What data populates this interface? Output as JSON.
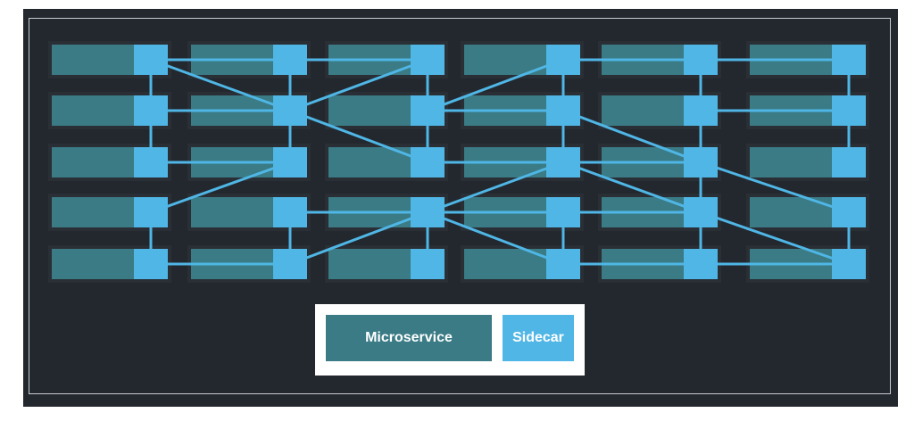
{
  "legend": {
    "microservice_label": "Microservice",
    "sidecar_label": "Sidecar"
  },
  "colors": {
    "background": "#23272e",
    "microservice": "#3a7b85",
    "sidecar": "#4fb6e5",
    "link": "#4fb6e5",
    "border": "#c9cdd2"
  },
  "grid": {
    "rows": 5,
    "cols": 6
  },
  "links": [
    [
      0,
      0,
      0,
      1
    ],
    [
      0,
      1,
      0,
      2
    ],
    [
      0,
      3,
      0,
      4
    ],
    [
      0,
      4,
      0,
      5
    ],
    [
      1,
      0,
      1,
      1
    ],
    [
      1,
      2,
      1,
      3
    ],
    [
      1,
      4,
      1,
      5
    ],
    [
      2,
      0,
      2,
      1
    ],
    [
      2,
      2,
      2,
      3
    ],
    [
      2,
      3,
      2,
      4
    ],
    [
      3,
      1,
      3,
      2
    ],
    [
      3,
      2,
      3,
      3
    ],
    [
      3,
      3,
      3,
      4
    ],
    [
      4,
      0,
      4,
      1
    ],
    [
      4,
      3,
      4,
      4
    ],
    [
      4,
      4,
      4,
      5
    ],
    [
      0,
      0,
      1,
      0
    ],
    [
      1,
      0,
      2,
      0
    ],
    [
      3,
      0,
      4,
      0
    ],
    [
      0,
      1,
      1,
      1
    ],
    [
      1,
      1,
      2,
      1
    ],
    [
      3,
      1,
      4,
      1
    ],
    [
      0,
      2,
      1,
      2
    ],
    [
      1,
      2,
      2,
      2
    ],
    [
      3,
      2,
      4,
      2
    ],
    [
      0,
      3,
      1,
      3
    ],
    [
      1,
      3,
      2,
      3
    ],
    [
      3,
      3,
      4,
      3
    ],
    [
      0,
      4,
      1,
      4
    ],
    [
      1,
      4,
      2,
      4
    ],
    [
      3,
      4,
      4,
      4
    ],
    [
      0,
      5,
      1,
      5
    ],
    [
      1,
      5,
      2,
      5
    ],
    [
      3,
      5,
      4,
      5
    ],
    [
      0,
      0,
      1,
      1
    ],
    [
      0,
      2,
      1,
      1
    ],
    [
      1,
      1,
      2,
      2
    ],
    [
      0,
      3,
      1,
      2
    ],
    [
      1,
      1,
      0,
      1
    ],
    [
      2,
      1,
      3,
      0
    ],
    [
      2,
      3,
      3,
      2
    ],
    [
      3,
      2,
      4,
      1
    ],
    [
      3,
      2,
      4,
      3
    ],
    [
      1,
      3,
      2,
      4
    ],
    [
      2,
      4,
      3,
      5
    ],
    [
      3,
      4,
      4,
      5
    ],
    [
      2,
      4,
      3,
      4
    ],
    [
      3,
      4,
      2,
      3
    ]
  ]
}
